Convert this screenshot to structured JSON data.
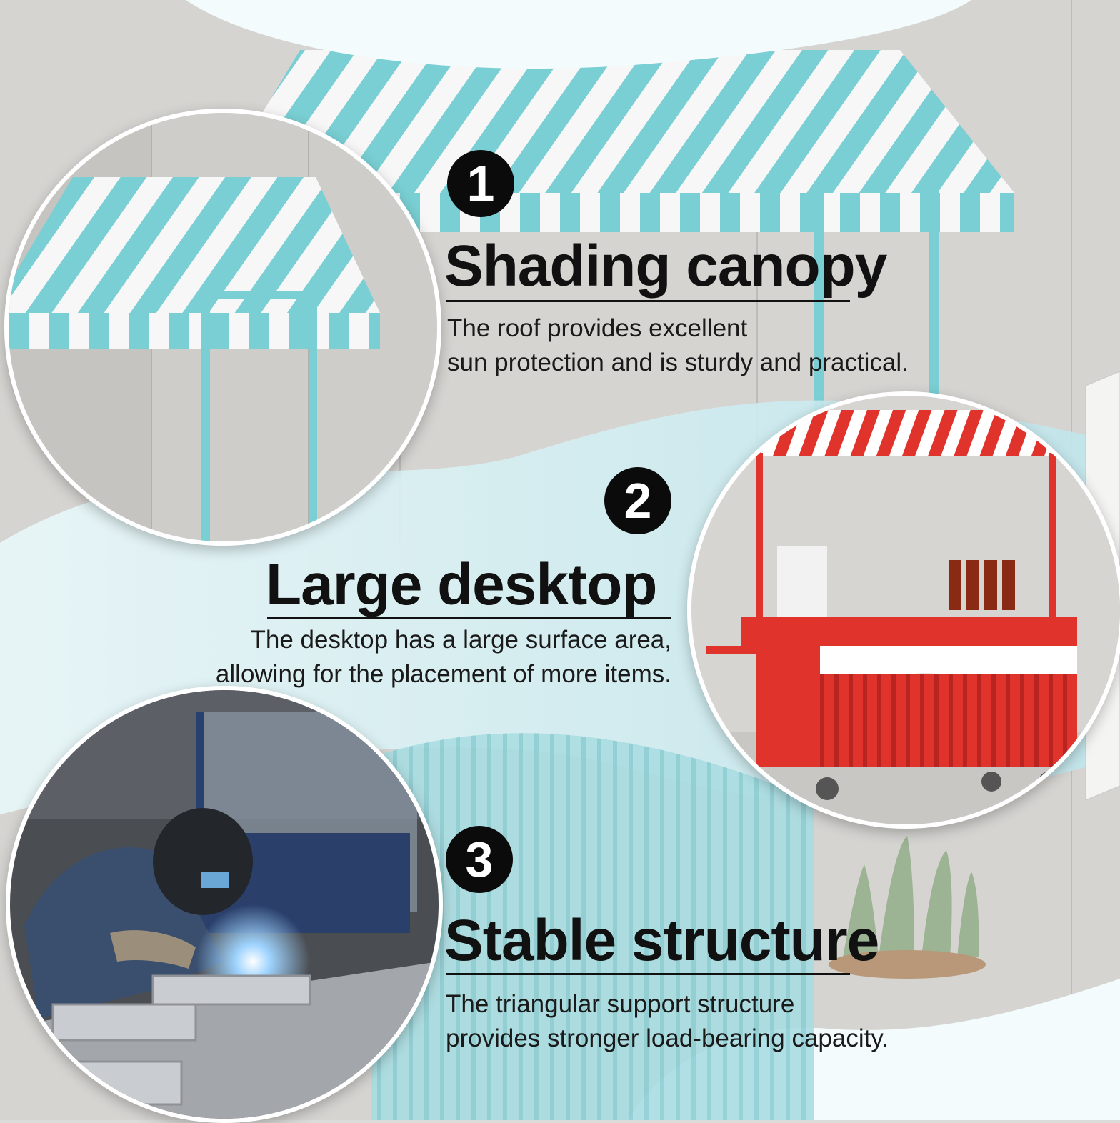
{
  "features": [
    {
      "number": "1",
      "title": "Shading canopy",
      "description_lines": [
        "The roof provides excellent",
        "sun protection and is sturdy and practical."
      ]
    },
    {
      "number": "2",
      "title": "Large desktop",
      "description_lines": [
        "The desktop has a large surface area,",
        "allowing for the placement of more items."
      ]
    },
    {
      "number": "3",
      "title": "Stable structure",
      "description_lines": [
        "The triangular support structure",
        "provides stronger load-bearing capacity."
      ]
    }
  ],
  "colors": {
    "canopy_teal": "#79cfd3",
    "cart_red": "#e0332c",
    "text": "#111111",
    "wave": "#e8f7f9"
  },
  "icons": [
    "canopy-closeup-photo",
    "red-cart-photo",
    "welder-photo"
  ]
}
